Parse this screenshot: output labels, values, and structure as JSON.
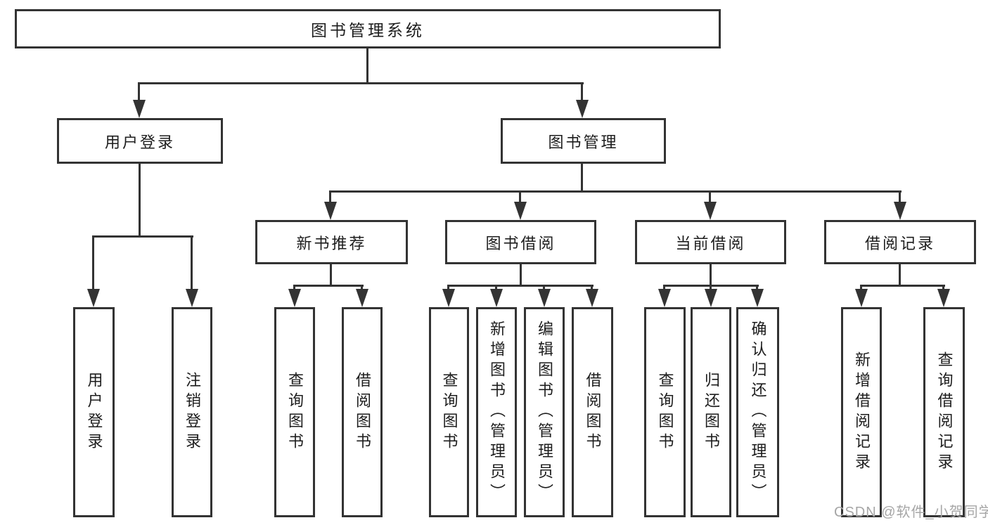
{
  "diagram": {
    "watermark": "CSDN @软件_小贺同学",
    "colors": {
      "line": "#333333",
      "text": "#1d1d1d",
      "background": "#ffffff",
      "watermark": "#a6a6a6"
    },
    "tree": {
      "label": "图书管理系统",
      "children": [
        {
          "label": "用户登录",
          "children": [
            {
              "label": "用户登录"
            },
            {
              "label": "注销登录"
            }
          ]
        },
        {
          "label": "图书管理",
          "children": [
            {
              "label": "新书推荐",
              "children": [
                {
                  "label": "查询图书"
                },
                {
                  "label": "借阅图书"
                }
              ]
            },
            {
              "label": "图书借阅",
              "children": [
                {
                  "label": "查询图书"
                },
                {
                  "label": "新增图书（管理员）"
                },
                {
                  "label": "编辑图书（管理员）"
                },
                {
                  "label": "借阅图书"
                }
              ]
            },
            {
              "label": "当前借阅",
              "children": [
                {
                  "label": "查询图书"
                },
                {
                  "label": "归还图书"
                },
                {
                  "label": "确认归还（管理员）"
                }
              ]
            },
            {
              "label": "借阅记录",
              "children": [
                {
                  "label": "新增借阅记录"
                },
                {
                  "label": "查询借阅记录"
                }
              ]
            }
          ]
        }
      ]
    }
  }
}
